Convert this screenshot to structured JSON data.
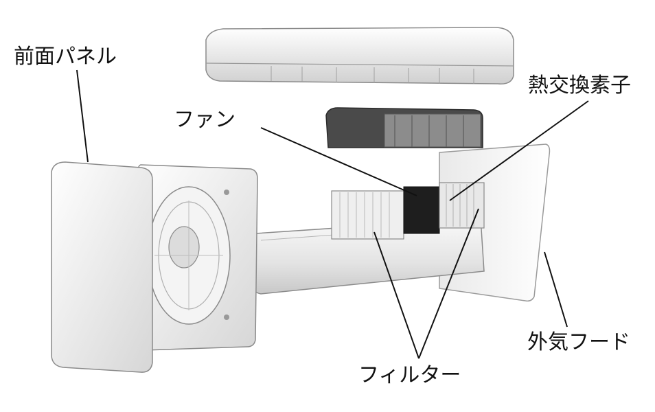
{
  "labels": {
    "front_panel": "前面パネル",
    "heat_exchanger": "熱交換素子",
    "fan": "ファン",
    "outside_hood": "外気フード",
    "filter": "フィルター"
  },
  "colors": {
    "line": "#111111",
    "panel_face": "#f2f2f2",
    "panel_shade": "#d9d9d9",
    "dark_part": "#2a2a2a"
  }
}
